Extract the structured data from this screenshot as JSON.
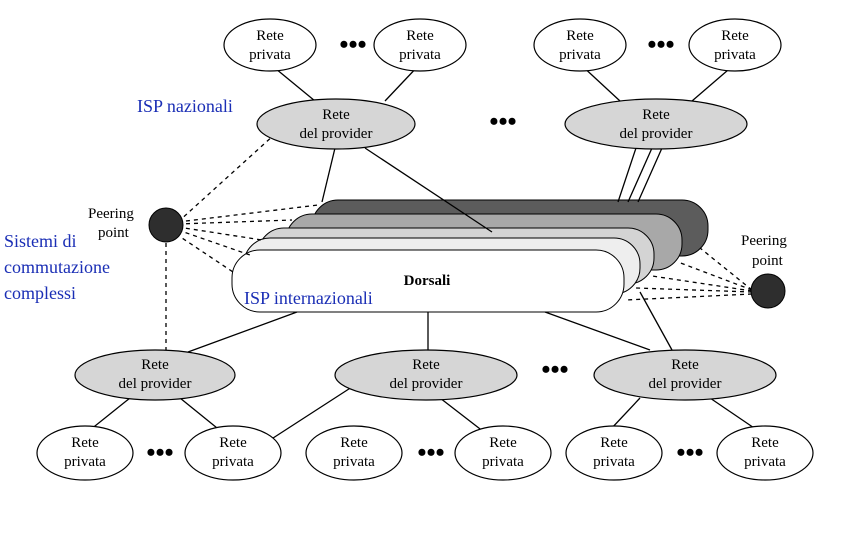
{
  "labels": {
    "isp_nazionali": "ISP nazionali",
    "isp_internazionali": "ISP internazionali",
    "sistemi_line1": "Sistemi di",
    "sistemi_line2": "commutazione",
    "sistemi_line3": "complessi",
    "dorsali": "Dorsali",
    "ellipsis": "•••"
  },
  "peering_left": {
    "line1": "Peering",
    "line2": "point"
  },
  "peering_right": {
    "line1": "Peering",
    "line2": "point"
  },
  "private_net": {
    "line1": "Rete",
    "line2": "privata"
  },
  "provider_net": {
    "line1": "Rete",
    "line2": "del provider"
  },
  "colors": {
    "private_fill": "#ffffff",
    "provider_fill": "#d6d6d6",
    "peering_fill": "#2e2e2e",
    "backbone_layer1": "#5c5c5c",
    "backbone_layer2": "#a8a8a8",
    "backbone_layer3": "#d4d4d4",
    "backbone_layer4": "#eeeeee",
    "backbone_front": "#ffffff",
    "blue_text": "#1a2eb5"
  }
}
